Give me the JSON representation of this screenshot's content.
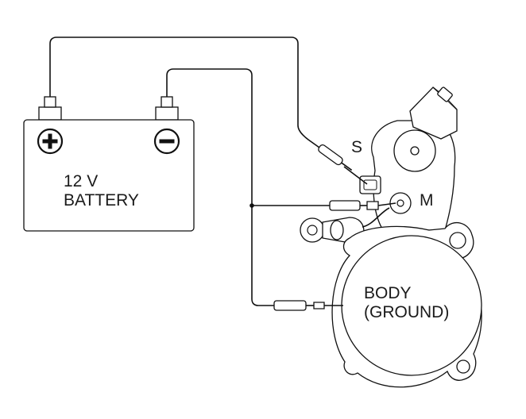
{
  "battery": {
    "voltage_label": "12 V",
    "name_label": "BATTERY",
    "positive_symbol": "+",
    "negative_symbol": "−"
  },
  "starter": {
    "terminal_s_label": "S",
    "terminal_m_label": "M",
    "body_label_line1": "BODY",
    "body_label_line2": "(GROUND)"
  },
  "colors": {
    "line": "#111111",
    "background": "#ffffff"
  }
}
